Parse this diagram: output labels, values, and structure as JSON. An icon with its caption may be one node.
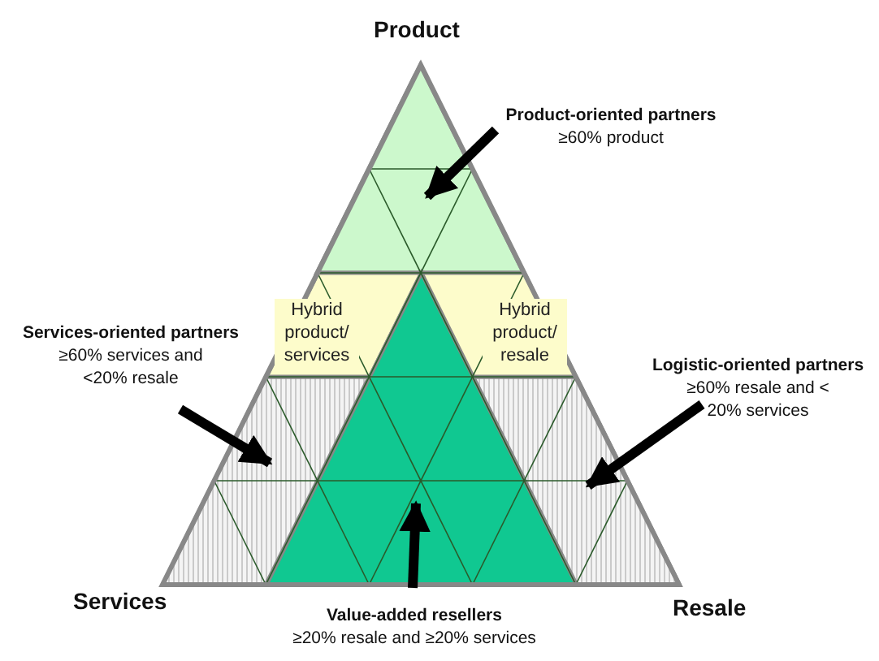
{
  "diagram": {
    "nodes": [
      {
        "text": [
          "Product-oriented partners",
          "≥60% product"
        ]
      },
      {
        "text": [],
        "shape": "triangle",
        "beside": [
          "Product"
        ]
      },
      {
        "text": [
          "Services-oriented partners",
          "≥60% services and <20% resale"
        ]
      },
      {
        "text": [],
        "shape": "trapezoid",
        "beside": [
          "Services"
        ]
      },
      {
        "text": [
          "Logistic-oriented partners",
          "≥60% resale and < 20% services"
        ]
      },
      {
        "text": [],
        "shape": "trapezoid",
        "beside": [
          "Resale"
        ]
      },
      {
        "text": [
          "Value-added resellers",
          "≥20% resale and ≥20% services"
        ]
      },
      {
        "text": [],
        "shape": "triangle"
      },
      {
        "text": [
          "Hybrid product/ services"
        ]
      },
      {
        "text": [
          "Hybrid product/ resale"
        ]
      }
    ],
    "edges": [
      {
        "from": 0,
        "to": 1,
        "arrow": "to"
      },
      {
        "from": 2,
        "to": 3,
        "arrow": "to"
      },
      {
        "from": 4,
        "to": 5,
        "arrow": "to"
      },
      {
        "from": 6,
        "to": 7,
        "arrow": "to"
      }
    ]
  }
}
